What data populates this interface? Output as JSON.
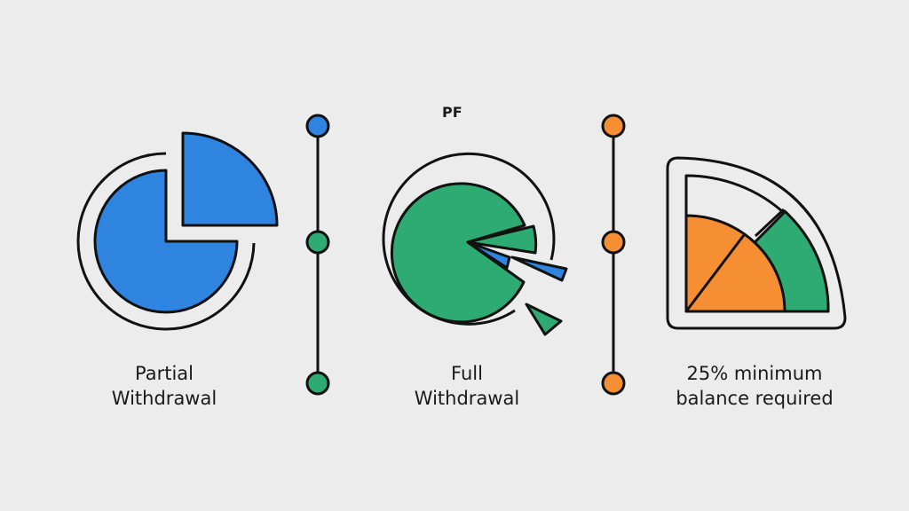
{
  "title": "PF",
  "colors": {
    "background": "#ececec",
    "stroke": "#111111",
    "blue": "#2f84e0",
    "green": "#2dab72",
    "orange": "#f68f34"
  },
  "panels": [
    {
      "id": "partial",
      "label_line1": "Partial",
      "label_line2": "Withdrawal",
      "icon": "pie-chart-separated-slice-icon"
    },
    {
      "id": "full",
      "label_line1": "Full",
      "label_line2": "Withdrawal",
      "icon": "pie-chart-exploding-slices-icon"
    },
    {
      "id": "minimum",
      "label_line1": "25% minimum",
      "label_line2": "balance required",
      "icon": "quarter-gauge-icon"
    }
  ],
  "dividers": [
    {
      "dot_colors": [
        "#2f84e0",
        "#2dab72",
        "#2dab72"
      ]
    },
    {
      "dot_colors": [
        "#f68f34",
        "#f68f34",
        "#f68f34"
      ]
    }
  ]
}
